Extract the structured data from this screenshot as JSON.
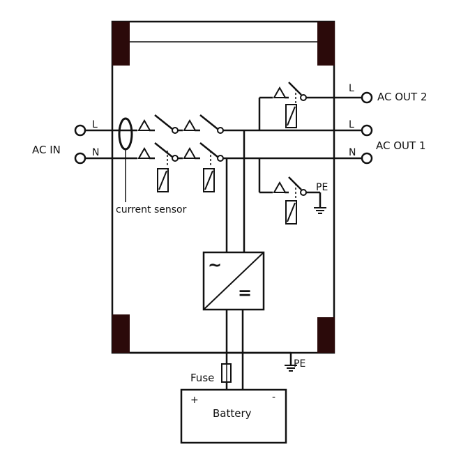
{
  "labels": {
    "ac_in": "AC IN",
    "in_l": "L",
    "in_n": "N",
    "current_sensor": "current sensor",
    "ac_out_2": "AC OUT 2",
    "ac_out_1": "AC OUT 1",
    "out2_l": "L",
    "out1_l": "L",
    "out1_n": "N",
    "pe_top": "PE",
    "pe_bottom": "PE",
    "inverter_ac": "~",
    "inverter_dc": "=",
    "fuse": "Fuse",
    "battery": "Battery",
    "battery_plus": "+",
    "battery_minus": "-"
  },
  "colors": {
    "line": "#111111",
    "bracket": "#2b0a0a"
  }
}
